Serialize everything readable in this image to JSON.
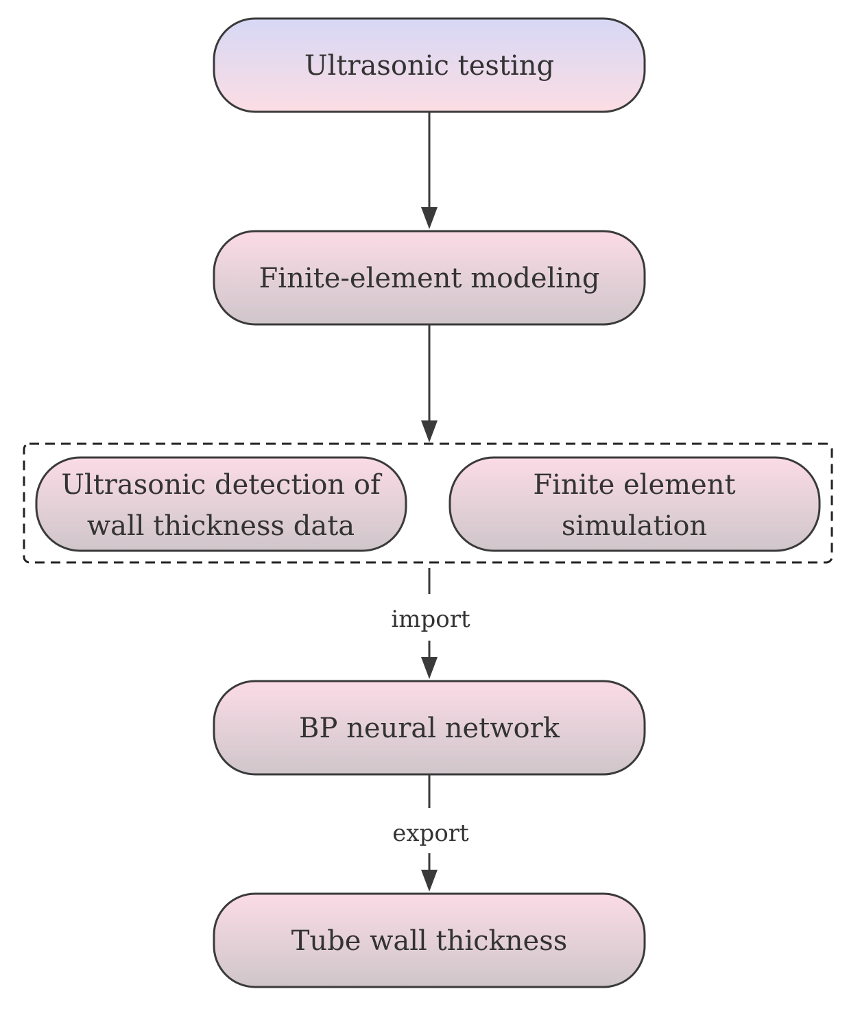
{
  "diagram": {
    "nodes": {
      "ultrasonic_testing": {
        "label": "Ultrasonic testing"
      },
      "fe_modeling": {
        "label": "Finite-element modeling"
      },
      "ut_detection": {
        "line1": "Ultrasonic detection of",
        "line2": "wall thickness data"
      },
      "fe_simulation": {
        "line1": "Finite element",
        "line2": "simulation"
      },
      "bp_network": {
        "label": "BP neural network"
      },
      "tube_thickness": {
        "label": "Tube wall thickness"
      }
    },
    "edges": {
      "import_label": "import",
      "export_label": "export"
    },
    "colors": {
      "top_gradient_start": "#d6d8f5",
      "top_gradient_end": "#fcdde4",
      "node_gradient_start": "#fbdbe6",
      "node_gradient_end": "#cfc6ca",
      "stroke": "#3a3a3a"
    }
  }
}
